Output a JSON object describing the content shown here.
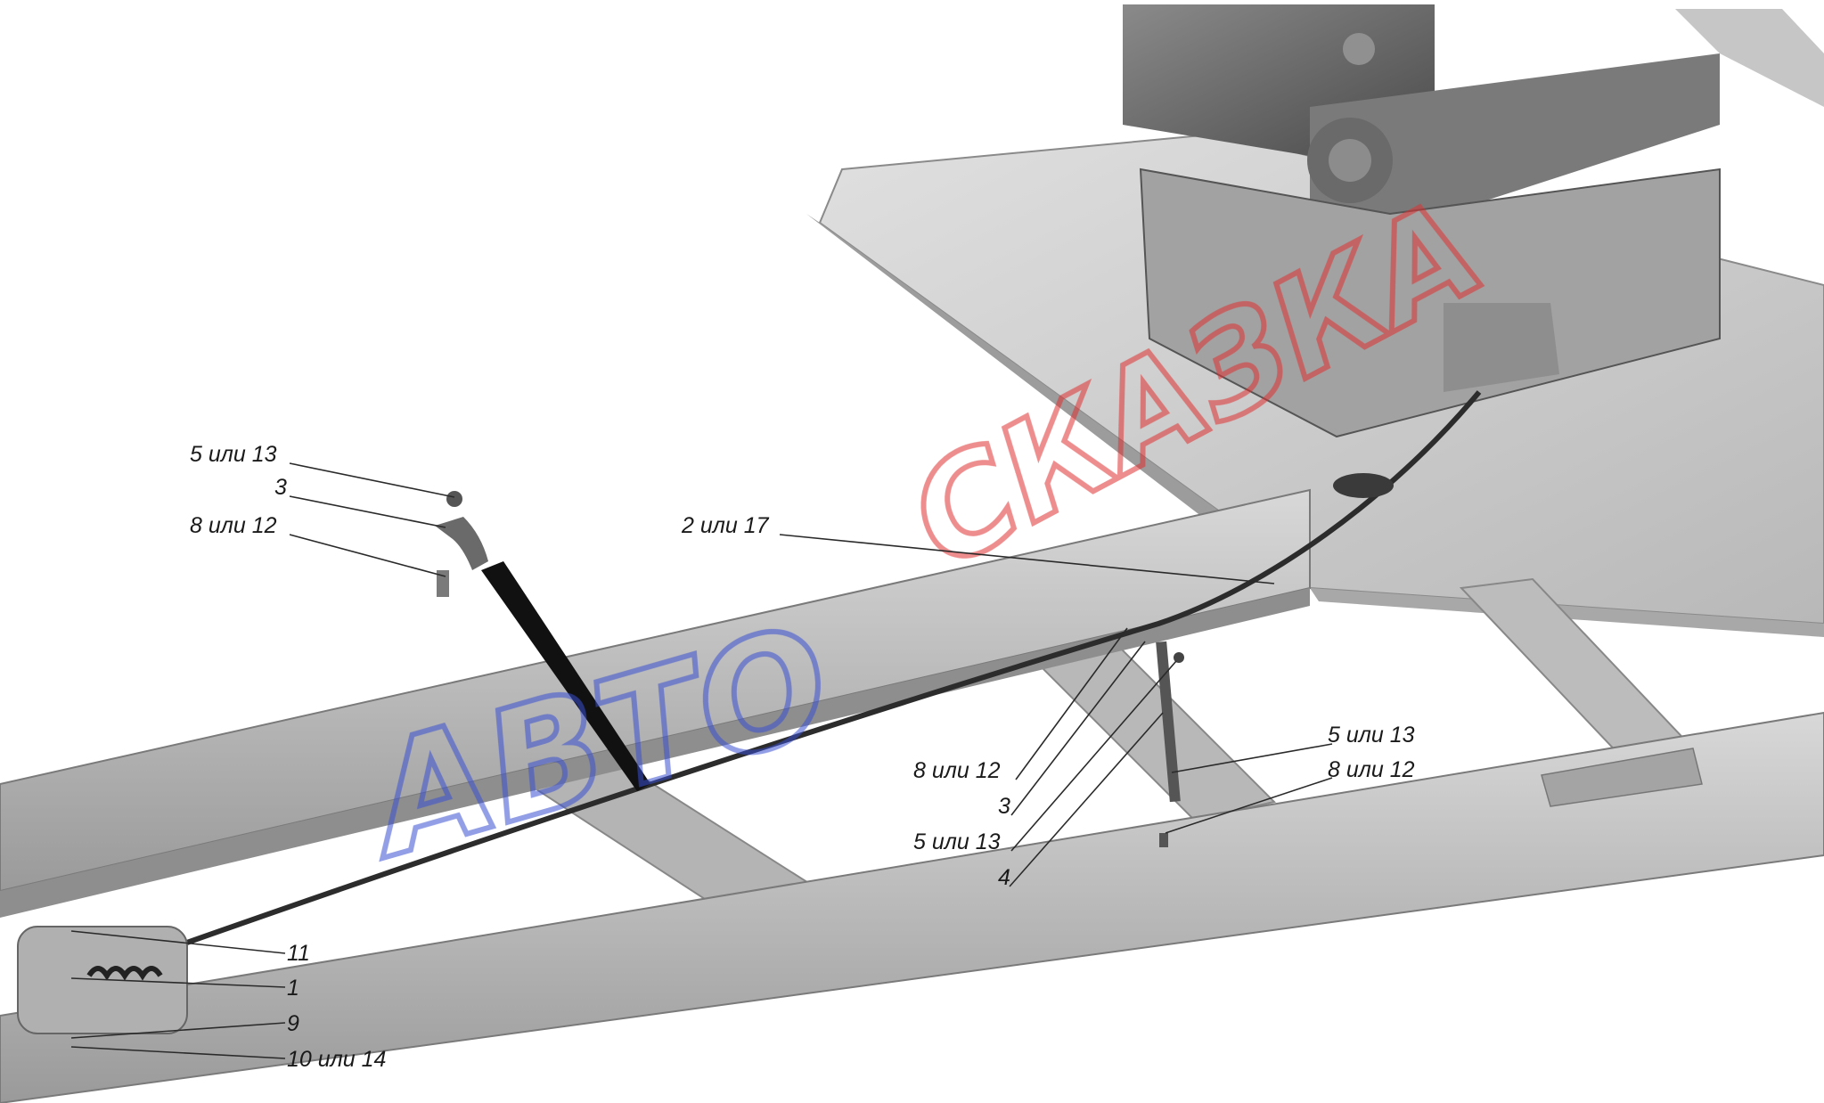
{
  "diagram": {
    "callouts": {
      "c_5_13_top": "5 или 13",
      "c_3_top": "3",
      "c_8_12_top": "8 или 12",
      "c_2_17": "2 или 17",
      "c_8_12_mid": "8 или 12",
      "c_3_mid": "3",
      "c_5_13_mid": "5 или 13",
      "c_4": "4",
      "c_5_13_right": "5 или 13",
      "c_8_12_right": "8 или 12",
      "c_11": "11",
      "c_1": "1",
      "c_9": "9",
      "c_10_14": "10 или 14"
    },
    "watermark": {
      "word1": "АВТО",
      "word2": "СКАЗКА",
      "color1": "#3a4fd0",
      "color2": "#e03030"
    }
  }
}
